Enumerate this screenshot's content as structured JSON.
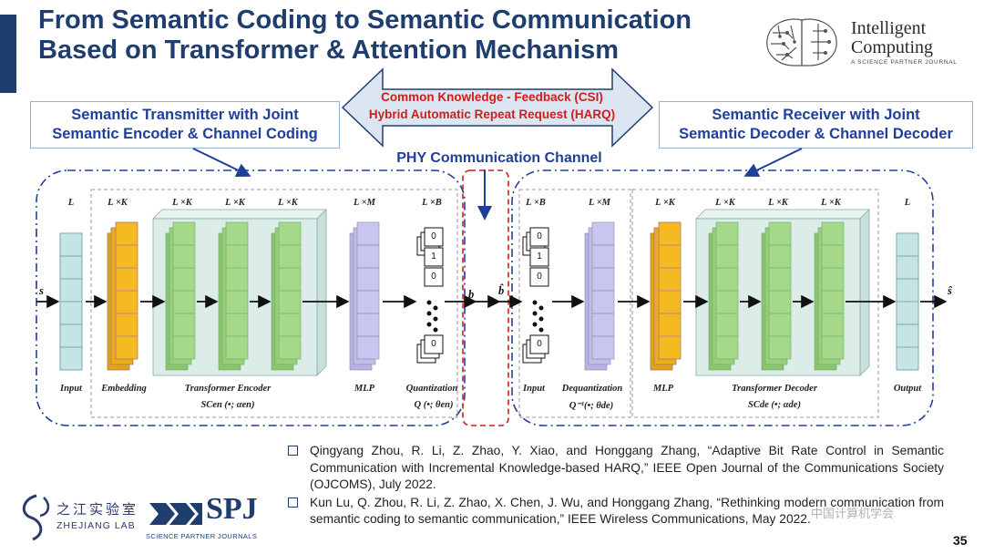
{
  "title": "From Semantic Coding to Semantic Communication\nBased on Transformer & Attention Mechanism",
  "logos": {
    "ic_title": "Intelligent\nComputing",
    "ic_subtitle": "A SCIENCE PARTNER JOURNAL",
    "zj_name": "之江实验室",
    "zj_sub": "ZHEJIANG LAB",
    "spj_name": "SPJ",
    "spj_sub": "SCIENCE PARTNER JOURNALS"
  },
  "transmitter_title": "Semantic Transmitter with Joint\nSemantic Encoder & Channel Coding",
  "receiver_title": "Semantic Receiver with Joint\nSemantic Decoder & Channel Decoder",
  "feedback": {
    "line1": "Common Knowledge - Feedback (CSI)",
    "line2": "Hybrid Automatic Repeat Request (HARQ)"
  },
  "phy_label": "PHY Communication Channel",
  "diagram": {
    "dims": {
      "l": "L",
      "lxk": "L ×K",
      "lxm": "L ×M",
      "lxb": "L ×B"
    },
    "tx_labels": {
      "input": "Input",
      "embedding": "Embedding",
      "encoder": "Transformer Encoder",
      "encoder_fn": "SCen (•;  αen)",
      "mlp": "MLP",
      "quant": "Quantization",
      "quant_fn": "Q (•; θen)"
    },
    "rx_labels": {
      "input": "Input",
      "dequant": "Dequantization",
      "dequant_fn": "Q⁻¹(•; θde)",
      "mlp": "MLP",
      "decoder": "Transformer Decoder",
      "decoder_fn": "SCde (•;  αde)",
      "output": "Output"
    },
    "vars": {
      "s": "s",
      "b": "b",
      "b_hat": "b̂",
      "s_hat": "ŝ"
    },
    "tx_bits": [
      "0",
      "1",
      "0",
      "0"
    ],
    "rx_bits": [
      "0",
      "1",
      "0",
      "0"
    ],
    "colors": {
      "border_blue": "#1f3f9a",
      "channel_red": "#d11d1d",
      "input_fill": "#c6e4e6",
      "embed_fill": "#f5b921",
      "green_fill": "#a5d888",
      "mlp_fill": "#c8c6ee",
      "output_fill": "#c6e4e6",
      "encoder_bg": "#dbece9"
    }
  },
  "references": [
    "Qingyang Zhou, R. Li, Z. Zhao, Y. Xiao, and Honggang Zhang, “Adaptive Bit Rate Control in Semantic Communication with Incremental Knowledge-based HARQ,” IEEE Open Journal of the Communications Society (OJCOMS), July 2022.",
    "Kun Lu, Q. Zhou, R. Li, Z. Zhao, X. Chen, J. Wu, and Honggang Zhang, “Rethinking modern communication from semantic coding to semantic communication,” IEEE Wireless Communications, May 2022."
  ],
  "page_number": "35",
  "watermark": "中国计算机学会"
}
